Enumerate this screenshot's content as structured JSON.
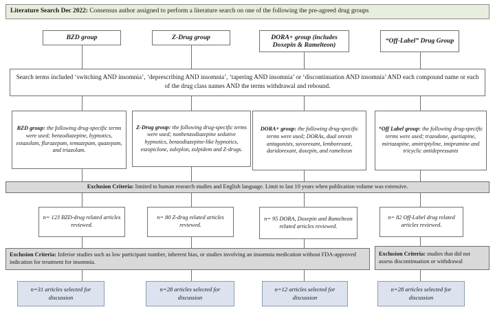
{
  "header": {
    "label_bold": "Literature Search Dec 2022:",
    "label_rest": " Consensus author assigned to perform a literature search on one of the following the pre-agreed drug groups"
  },
  "groups": [
    {
      "label": "BZD group"
    },
    {
      "label": "Z-Drug group"
    },
    {
      "label": "DORA+ group (includes Doxepin & Ramelteon)"
    },
    {
      "label": "“Off-Label” Drug Group"
    }
  ],
  "search_terms": {
    "text": "Search terms included ‘switching AND insomnia’, ‘deprescribing AND insomnia’, ‘tapering AND insomnia’ or ‘discontinuation AND insomnia’ AND each compound name or each of the drug class names AND the terms withdrawal and rebound."
  },
  "drug_terms": [
    {
      "label_bold": "BZD group:",
      "label_rest": " the following drug-specific terms were used; benzodiazepine, hypnotics, estazolam, flurazepam, temazepam, quazepam, and triazolam."
    },
    {
      "label_bold": "Z-Drug group:",
      "label_rest": " the following drug-specific terms were used; nonbenzodiazepine sedative hypnotics, benzodiazepine-like hypnotics, eszopiclone, zaleplon, zolpidem and Z-drugs."
    },
    {
      "label_bold": "DORA+ group:",
      "label_rest": " the following drug-specific terms were used; DORAs, dual orexin antagonists, suvorexant, lemborexant, daridorexant, doxepin, and ramelteon"
    },
    {
      "label_bold": "“Off Label group:",
      "label_rest": " the following drug-specific terms were used; trazodone, quetiapine, mirtazapine, amitriptyline, imipramine and tricyclic antidepressants"
    }
  ],
  "exclusion_1": {
    "label_bold": "Exclusion Criteria:",
    "label_rest": " limited to human research studies and English language. Limit to last 10 years when publication volume was extensive."
  },
  "counts": [
    {
      "text": "n= 123 BZD-drug related articles reviewed."
    },
    {
      "text": "n= 80 Z-drug related articles reviewed."
    },
    {
      "text": "n= 95 DORA, Doxepin and Ramelteon related articles reviewed."
    },
    {
      "text": "n= 82 Off-Label drug related articles reviewed."
    }
  ],
  "exclusion_2": {
    "label_bold": "Exclusion Criteria:",
    "label_rest": " Inferior studies such as low participant number, inherent bias, or studies involving an insomnia medication without FDA-approved indication for treatment for insomnia."
  },
  "exclusion_3": {
    "label_bold": "Exclusion Criteria:",
    "label_rest": " studies that did not assess discontinuation or withdrawal"
  },
  "selected": [
    {
      "text": "n=31 articles selected for discussion"
    },
    {
      "text": "n=28 articles selected for discussion"
    },
    {
      "text": "n=12 articles selected for discussion"
    },
    {
      "text": "n=28 articles selected for discussion"
    }
  ],
  "colors": {
    "header_fill": "#e8eede",
    "exclusion_fill": "#d9d9d9",
    "final_fill": "#dce3ee",
    "border": "#6f6f6f"
  }
}
